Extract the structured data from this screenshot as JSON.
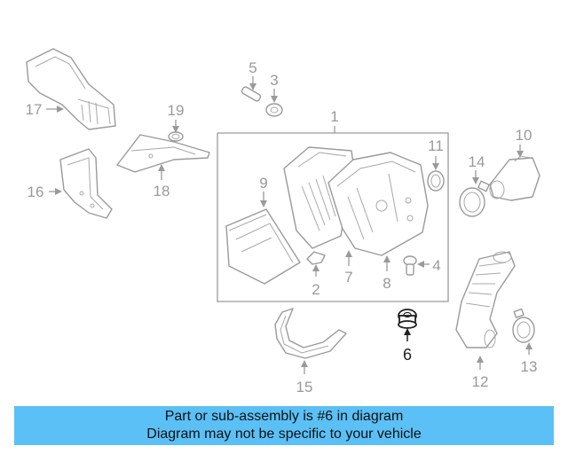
{
  "diagram": {
    "callouts": {
      "c1": "1",
      "c2": "2",
      "c3": "3",
      "c4": "4",
      "c5": "5",
      "c6": "6",
      "c7": "7",
      "c8": "8",
      "c9": "9",
      "c10": "10",
      "c11": "11",
      "c12": "12",
      "c13": "13",
      "c14": "14",
      "c15": "15",
      "c16": "16",
      "c17": "17",
      "c18": "18",
      "c19": "19"
    },
    "highlighted_part": "6",
    "colors": {
      "line": "#9a9a9a",
      "highlight": "#1f1f1f",
      "banner": "#5bc0f6"
    }
  },
  "banner": {
    "line1": "Part or sub-assembly is #6 in diagram",
    "line2": "Diagram may not be specific to your vehicle"
  }
}
